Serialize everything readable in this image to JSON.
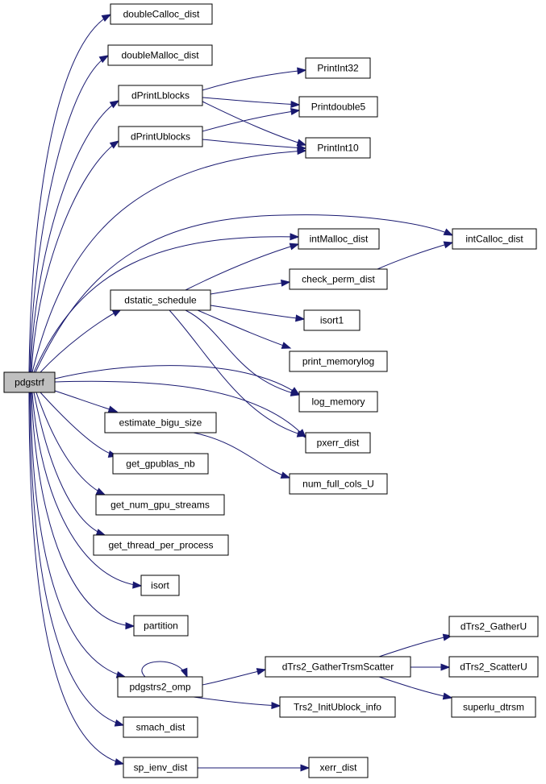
{
  "diagram": {
    "edge_color": "#191970",
    "root_fill": "#bfbfbf",
    "nodes": [
      {
        "id": "pdgstrf",
        "label": "pdgstrf",
        "root": true
      },
      {
        "id": "doubleCalloc_dist",
        "label": "doubleCalloc_dist"
      },
      {
        "id": "doubleMalloc_dist",
        "label": "doubleMalloc_dist"
      },
      {
        "id": "dPrintLblocks",
        "label": "dPrintLblocks"
      },
      {
        "id": "dPrintUblocks",
        "label": "dPrintUblocks"
      },
      {
        "id": "PrintInt32",
        "label": "PrintInt32"
      },
      {
        "id": "Printdouble5",
        "label": "Printdouble5"
      },
      {
        "id": "PrintInt10",
        "label": "PrintInt10"
      },
      {
        "id": "intMalloc_dist",
        "label": "intMalloc_dist"
      },
      {
        "id": "intCalloc_dist",
        "label": "intCalloc_dist"
      },
      {
        "id": "check_perm_dist",
        "label": "check_perm_dist"
      },
      {
        "id": "dstatic_schedule",
        "label": "dstatic_schedule"
      },
      {
        "id": "isort1",
        "label": "isort1"
      },
      {
        "id": "print_memorylog",
        "label": "print_memorylog"
      },
      {
        "id": "log_memory",
        "label": "log_memory"
      },
      {
        "id": "estimate_bigu_size",
        "label": "estimate_bigu_size"
      },
      {
        "id": "pxerr_dist",
        "label": "pxerr_dist"
      },
      {
        "id": "get_gpublas_nb",
        "label": "get_gpublas_nb"
      },
      {
        "id": "num_full_cols_U",
        "label": "num_full_cols_U"
      },
      {
        "id": "get_num_gpu_streams",
        "label": "get_num_gpu_streams"
      },
      {
        "id": "get_thread_per_process",
        "label": "get_thread_per_process"
      },
      {
        "id": "isort",
        "label": "isort"
      },
      {
        "id": "partition",
        "label": "partition"
      },
      {
        "id": "dTrs2_GatherU",
        "label": "dTrs2_GatherU"
      },
      {
        "id": "dTrs2_GatherTrsmScatter",
        "label": "dTrs2_GatherTrsmScatter"
      },
      {
        "id": "dTrs2_ScatterU",
        "label": "dTrs2_ScatterU"
      },
      {
        "id": "pdgstrs2_omp",
        "label": "pdgstrs2_omp"
      },
      {
        "id": "superlu_dtrsm",
        "label": "superlu_dtrsm"
      },
      {
        "id": "Trs2_InitUblock_info",
        "label": "Trs2_InitUblock_info"
      },
      {
        "id": "smach_dist",
        "label": "smach_dist"
      },
      {
        "id": "sp_ienv_dist",
        "label": "sp_ienv_dist"
      },
      {
        "id": "xerr_dist",
        "label": "xerr_dist"
      }
    ],
    "edges": [
      [
        "pdgstrf",
        "doubleCalloc_dist"
      ],
      [
        "pdgstrf",
        "doubleMalloc_dist"
      ],
      [
        "pdgstrf",
        "dPrintLblocks"
      ],
      [
        "pdgstrf",
        "dPrintUblocks"
      ],
      [
        "pdgstrf",
        "PrintInt10"
      ],
      [
        "pdgstrf",
        "intMalloc_dist"
      ],
      [
        "pdgstrf",
        "intCalloc_dist"
      ],
      [
        "pdgstrf",
        "dstatic_schedule"
      ],
      [
        "pdgstrf",
        "log_memory"
      ],
      [
        "pdgstrf",
        "pxerr_dist"
      ],
      [
        "pdgstrf",
        "estimate_bigu_size"
      ],
      [
        "pdgstrf",
        "get_gpublas_nb"
      ],
      [
        "pdgstrf",
        "get_num_gpu_streams"
      ],
      [
        "pdgstrf",
        "get_thread_per_process"
      ],
      [
        "pdgstrf",
        "isort"
      ],
      [
        "pdgstrf",
        "partition"
      ],
      [
        "pdgstrf",
        "pdgstrs2_omp"
      ],
      [
        "pdgstrf",
        "smach_dist"
      ],
      [
        "pdgstrf",
        "sp_ienv_dist"
      ],
      [
        "dPrintLblocks",
        "PrintInt32"
      ],
      [
        "dPrintLblocks",
        "Printdouble5"
      ],
      [
        "dPrintLblocks",
        "PrintInt10"
      ],
      [
        "dPrintUblocks",
        "Printdouble5"
      ],
      [
        "dPrintUblocks",
        "PrintInt10"
      ],
      [
        "dstatic_schedule",
        "intMalloc_dist"
      ],
      [
        "dstatic_schedule",
        "check_perm_dist"
      ],
      [
        "dstatic_schedule",
        "isort1"
      ],
      [
        "dstatic_schedule",
        "print_memorylog"
      ],
      [
        "dstatic_schedule",
        "log_memory"
      ],
      [
        "dstatic_schedule",
        "pxerr_dist"
      ],
      [
        "check_perm_dist",
        "intCalloc_dist"
      ],
      [
        "estimate_bigu_size",
        "num_full_cols_U"
      ],
      [
        "pdgstrs2_omp",
        "pdgstrs2_omp"
      ],
      [
        "pdgstrs2_omp",
        "dTrs2_GatherTrsmScatter"
      ],
      [
        "pdgstrs2_omp",
        "Trs2_InitUblock_info"
      ],
      [
        "dTrs2_GatherTrsmScatter",
        "dTrs2_GatherU"
      ],
      [
        "dTrs2_GatherTrsmScatter",
        "dTrs2_ScatterU"
      ],
      [
        "dTrs2_GatherTrsmScatter",
        "superlu_dtrsm"
      ],
      [
        "sp_ienv_dist",
        "xerr_dist"
      ]
    ]
  }
}
